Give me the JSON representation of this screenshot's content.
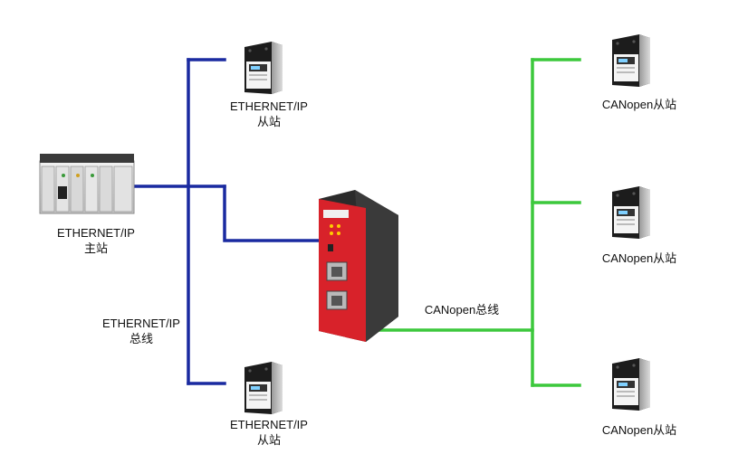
{
  "colors": {
    "ethernet_bus": "#1a2aa0",
    "canopen_bus": "#3cc83c",
    "gateway_red": "#d8222a",
    "gateway_body": "#2b2b2b"
  },
  "master": {
    "line1": "ETHERNET/IP",
    "line2": "主站"
  },
  "ethernet_bus_label": {
    "line1": "ETHERNET/IP",
    "line2": "总线"
  },
  "ethernet_slave_top": {
    "line1": "ETHERNET/IP",
    "line2": "从站"
  },
  "ethernet_slave_bottom": {
    "line1": "ETHERNET/IP",
    "line2": "从站"
  },
  "canopen_bus_label": "CANopen总线",
  "canopen_slaves": [
    {
      "label": "CANopen从站"
    },
    {
      "label": "CANopen从站"
    },
    {
      "label": "CANopen从站"
    }
  ]
}
